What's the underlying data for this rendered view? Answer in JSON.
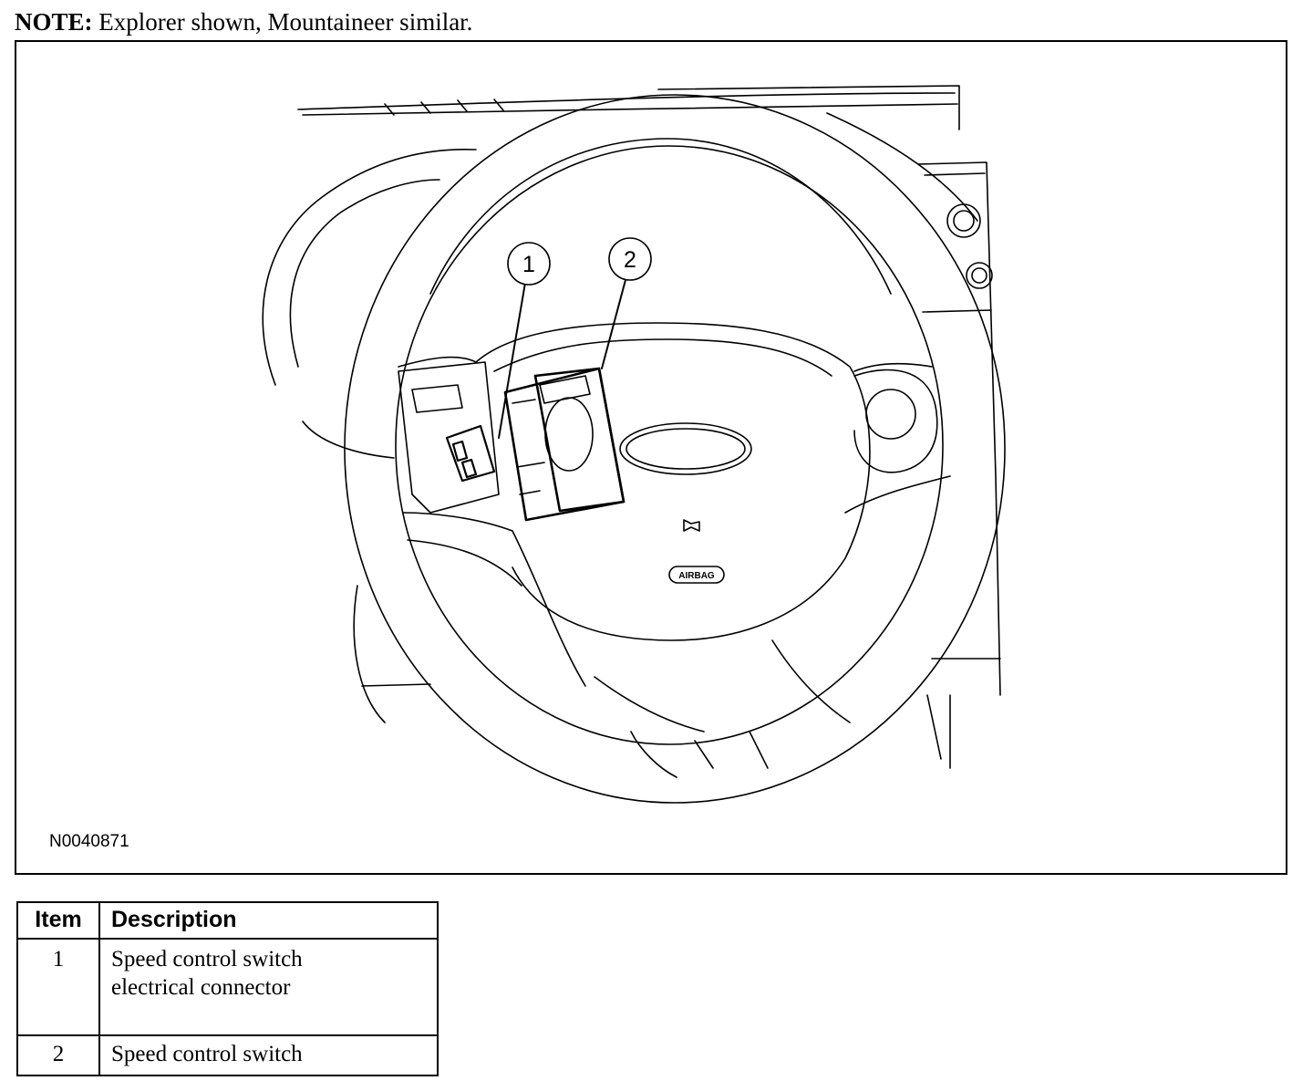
{
  "note": {
    "label": "NOTE:",
    "text": "Explorer shown, Mountaineer similar."
  },
  "figure": {
    "id": "N0040871",
    "callouts": [
      "1",
      "2"
    ],
    "emblem_text": "AIRBAG"
  },
  "legend": {
    "headers": [
      "Item",
      "Description"
    ],
    "rows": [
      {
        "item": "1",
        "description_line1": "Speed control switch",
        "description_line2": "electrical connector"
      },
      {
        "item": "2",
        "description_line1": "Speed control switch",
        "description_line2": ""
      }
    ]
  },
  "colors": {
    "line": "#000000",
    "background": "#ffffff"
  }
}
